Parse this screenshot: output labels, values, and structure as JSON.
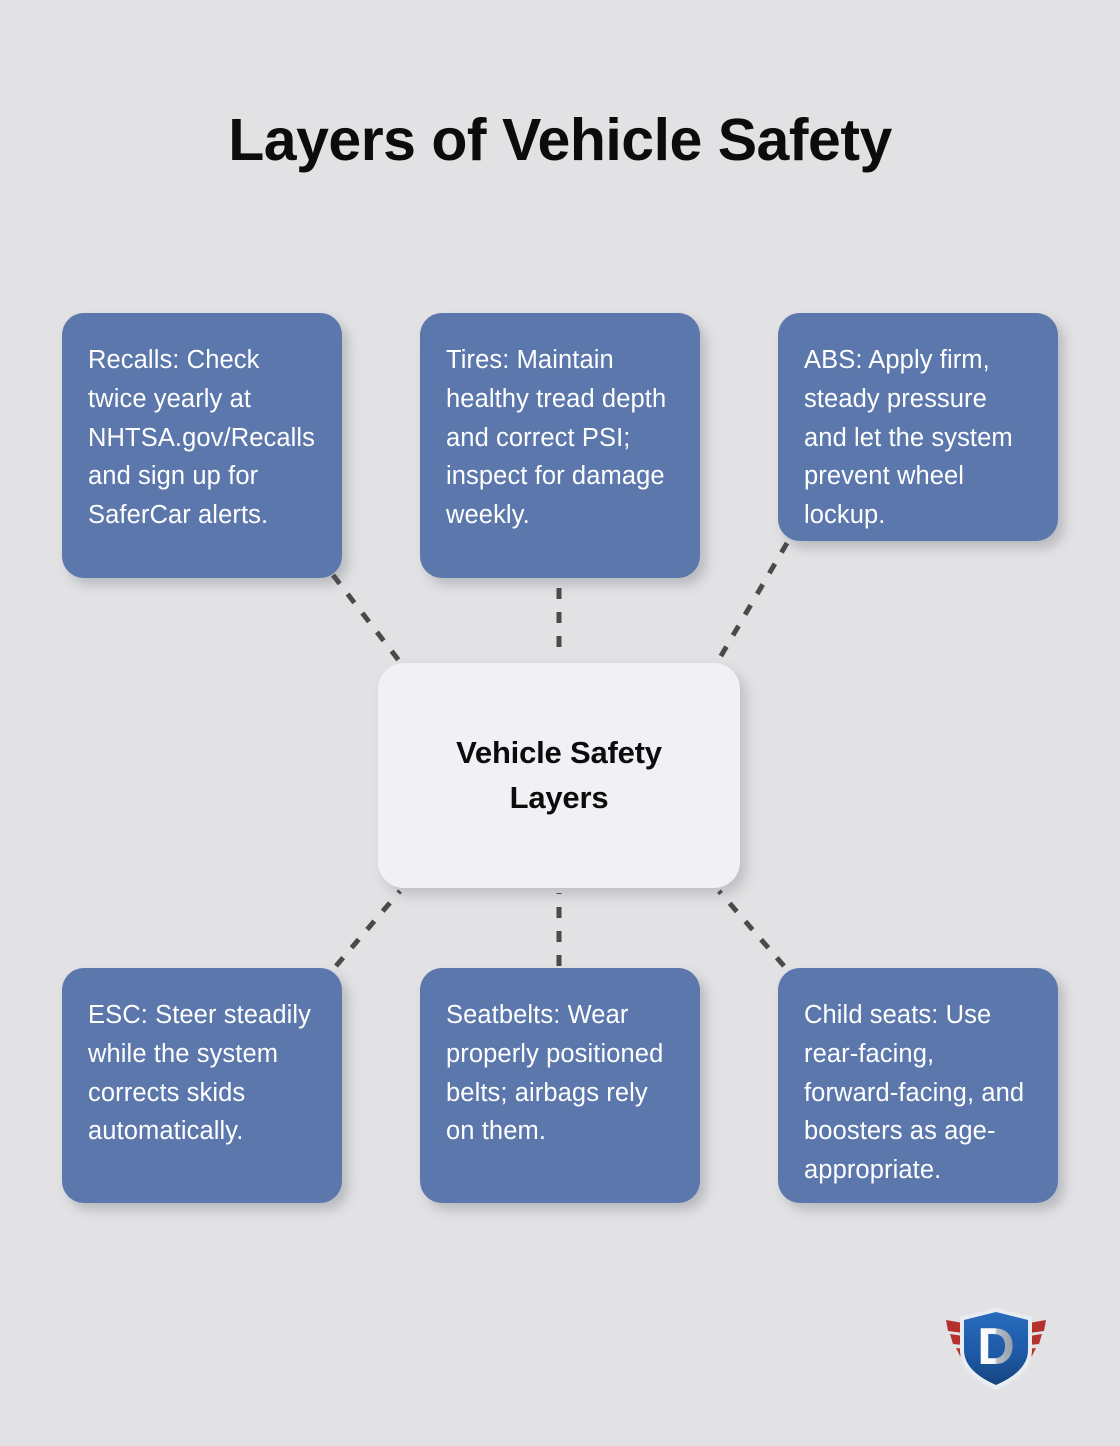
{
  "title": "Layers of Vehicle Safety",
  "theme": {
    "background": "#e2e2e4",
    "node_fill": "#5b77ac",
    "node_text": "#ffffff",
    "center_fill": "#f1f1f5",
    "center_text": "#0c0c0c",
    "connector": "#4a4a4a",
    "logo_shield": "#1d5aa8",
    "logo_wing": "#b5312c"
  },
  "center": {
    "label": "Vehicle Safety Layers"
  },
  "nodes": [
    {
      "id": "recalls",
      "text": "Recalls: Check twice yearly at NHTSA.gov/Recalls and sign up for SaferCar alerts."
    },
    {
      "id": "tires",
      "text": "Tires: Maintain healthy tread depth and correct PSI; inspect for damage weekly."
    },
    {
      "id": "abs",
      "text": "ABS: Apply firm, steady pressure and let the system prevent wheel lockup."
    },
    {
      "id": "esc",
      "text": "ESC: Steer steadily while the system corrects skids automatically."
    },
    {
      "id": "seatbelts",
      "text": "Seatbelts: Wear properly positioned belts; airbags rely on them."
    },
    {
      "id": "child-seats",
      "text": "Child seats: Use rear-facing, forward-facing, and boosters as age-appropriate."
    }
  ],
  "logo": {
    "letter": "D",
    "name": "winged-shield-logo"
  }
}
